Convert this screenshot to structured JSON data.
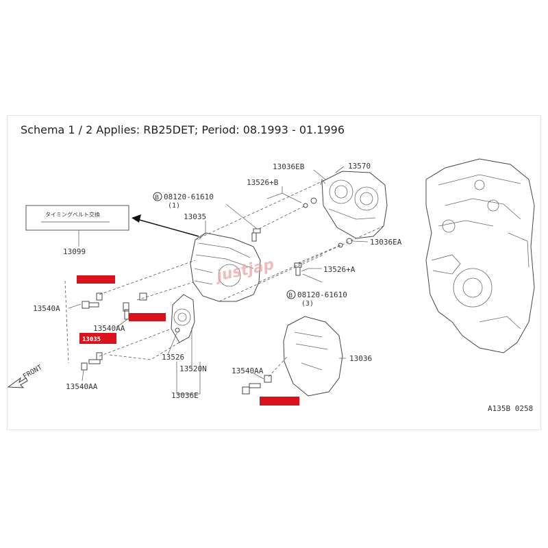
{
  "schema_title": "Schema 1 / 2 Applies: RB25DET; Period: 08.1993 - 01.1996",
  "label_box_text": "タイミングベルト交換",
  "watermark": "justjap",
  "diagram_code": "A135B 0258",
  "front_label": "FRONT",
  "highlight_text": "13035",
  "callouts": {
    "c13036eb": "13036EB",
    "c13570": "13570",
    "c13526b": "13526+B",
    "c08120_top": "08120-61610",
    "c08120_top_qty": "(1)",
    "c13035": "13035",
    "c13099": "13099",
    "c13036ea": "13036EA",
    "c13526a": "13526+A",
    "c08120_bot": "08120-61610",
    "c08120_bot_qty": "(3)",
    "c13540a": "13540A",
    "c13540aa_1": "13540AA",
    "c13540aa_2": "13540AA",
    "c13540aa_3": "13540AA",
    "c13526": "13526",
    "c13520n": "13520N",
    "c13036e": "13036E",
    "c13036": "13036",
    "b_marker": "B"
  },
  "colors": {
    "highlight": "#d9131e",
    "line": "#444444",
    "watermark": "#e8a0a0"
  }
}
